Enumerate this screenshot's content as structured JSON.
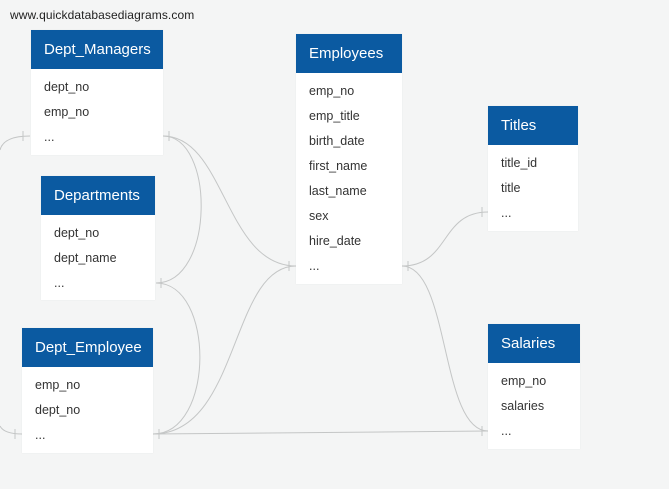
{
  "watermark": "www.quickdatabasediagrams.com",
  "tables": {
    "dept_managers": {
      "title": "Dept_Managers",
      "fields": [
        "dept_no",
        "emp_no",
        "..."
      ]
    },
    "departments": {
      "title": "Departments",
      "fields": [
        "dept_no",
        "dept_name",
        "..."
      ]
    },
    "dept_employee": {
      "title": "Dept_Employee",
      "fields": [
        "emp_no",
        "dept_no",
        "..."
      ]
    },
    "employees": {
      "title": "Employees",
      "fields": [
        "emp_no",
        "emp_title",
        "birth_date",
        "first_name",
        "last_name",
        "sex",
        "hire_date",
        "..."
      ]
    },
    "titles": {
      "title": "Titles",
      "fields": [
        "title_id",
        "title",
        "..."
      ]
    },
    "salaries": {
      "title": "Salaries",
      "fields": [
        "emp_no",
        "salaries",
        "..."
      ]
    }
  },
  "colors": {
    "header": "#0b5aa1",
    "canvas": "#f4f5f5",
    "link": "#c4c6c6"
  }
}
